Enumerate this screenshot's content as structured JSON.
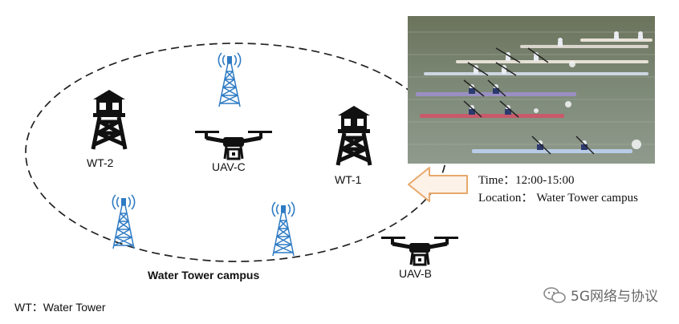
{
  "campus_label": "Water Tower campus",
  "towers": [
    {
      "id": "wt1",
      "label": "WT-1"
    },
    {
      "id": "wt2",
      "label": "WT-2"
    }
  ],
  "uavs": [
    {
      "id": "uavc",
      "label": "UAV-C"
    },
    {
      "id": "uavb",
      "label": "UAV-B"
    }
  ],
  "event_info": {
    "time_label": "Time：",
    "time_value": "12:00-15:00",
    "location_label": "Location：",
    "location_value": "Water Tower campus"
  },
  "legend": "WT：Water Tower",
  "watermark": "5G网络与协议",
  "colors": {
    "base_station": "#2e7bc4",
    "arrow_stroke": "#e8a86b",
    "arrow_fill": "#fdf2e8",
    "ellipse": "#222222"
  }
}
